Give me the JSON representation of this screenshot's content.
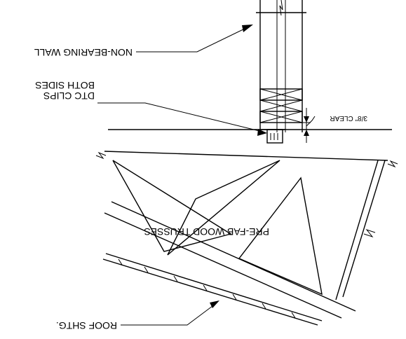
{
  "labels": {
    "non_bearing_wall": "NON-BEARING WALL",
    "dtc_clips_line1": "DTC CLIPS",
    "dtc_clips_line2": "BOTH SIDES",
    "clear": "3/8\" CLEAR",
    "trusses": "PRE-FAB WOOD TRUSSES",
    "roof_shtg": "ROOF SHTG."
  },
  "orientation": "rotated-180"
}
